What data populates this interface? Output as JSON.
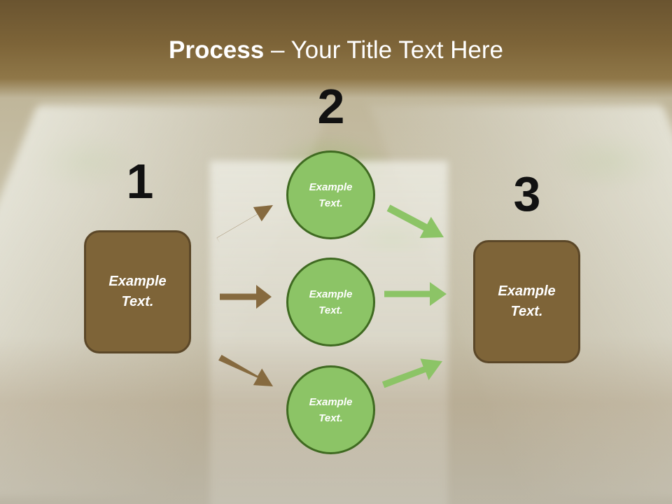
{
  "title": {
    "bold": "Process",
    "rest": " – Your Title Text Here"
  },
  "steps": [
    {
      "number": "1",
      "text": "Example Text."
    },
    {
      "number": "2",
      "text": "Example Text."
    },
    {
      "number": "3",
      "text": "Example Text."
    }
  ],
  "circles": [
    {
      "text": "Example Text."
    },
    {
      "text": "Example Text."
    },
    {
      "text": "Example Text."
    }
  ],
  "colors": {
    "box_fill": "#7e6438",
    "circle_fill": "#8cc466",
    "brown_arrow": "#866a3f",
    "green_arrow": "#8cc466"
  }
}
